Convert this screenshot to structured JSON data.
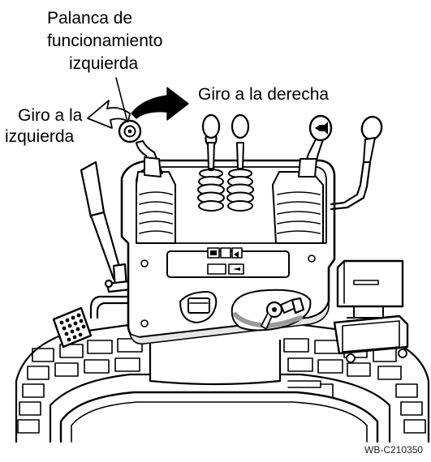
{
  "labels": {
    "left_lever_line1": "Palanca de",
    "left_lever_line2": "funcionamiento",
    "left_lever_line3": "izquierda",
    "turn_right": "Giro a la derecha",
    "turn_left_line1": "Giro a la",
    "turn_left_line2": "izquierda",
    "figure_code": "WB-C210350"
  },
  "icons": [
    "left-lever-knob-icon",
    "curved-arrow-icon",
    "horn-icon",
    "key-icon",
    "keypad-icon"
  ],
  "colors": {
    "ink": "#000000",
    "paper": "#ffffff",
    "panel_shadow": "#e6e6e6"
  }
}
